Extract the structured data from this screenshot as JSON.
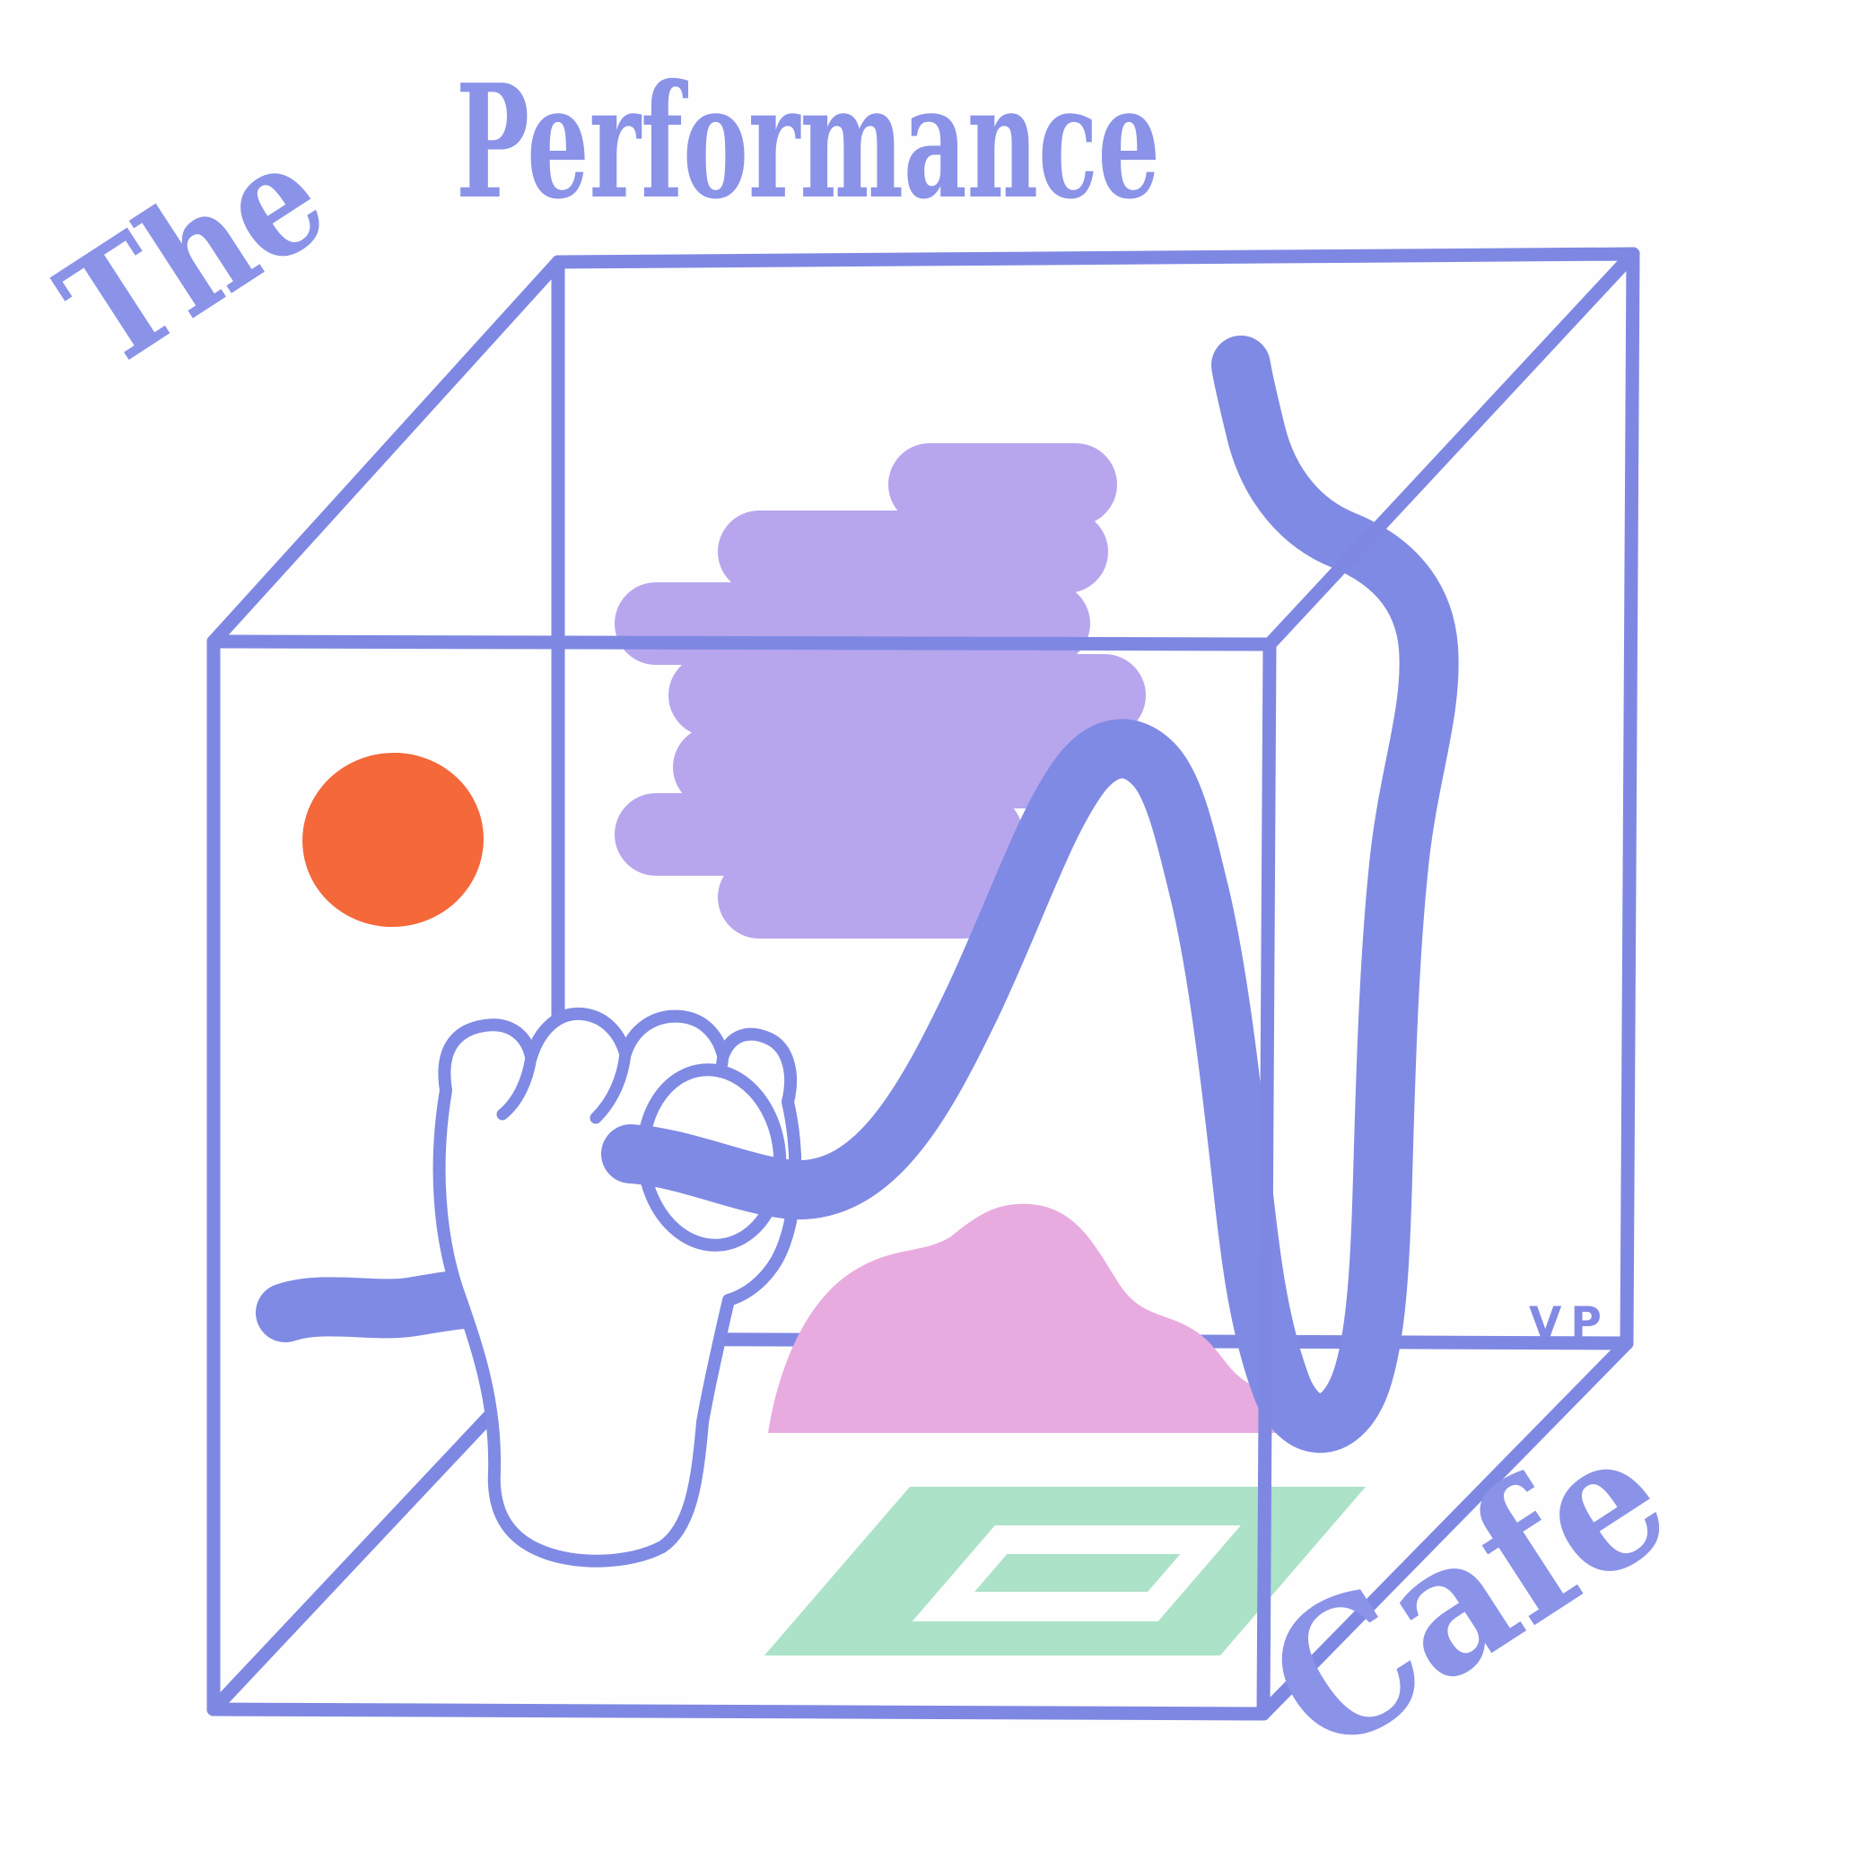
{
  "artwork": {
    "title": {
      "word1": "The",
      "word2": "Performance",
      "word3": "Cafe"
    },
    "signature": "VP",
    "colors": {
      "background": "#fffefe",
      "line": "#7e88e3",
      "text": "#8a93e8",
      "rope": "#7f8ae4",
      "cloud": "#b7a6ee",
      "sun": "#f4683a",
      "mound": "#e8abdf",
      "rug": "#abe2c8",
      "hand": "#fffeff"
    }
  }
}
